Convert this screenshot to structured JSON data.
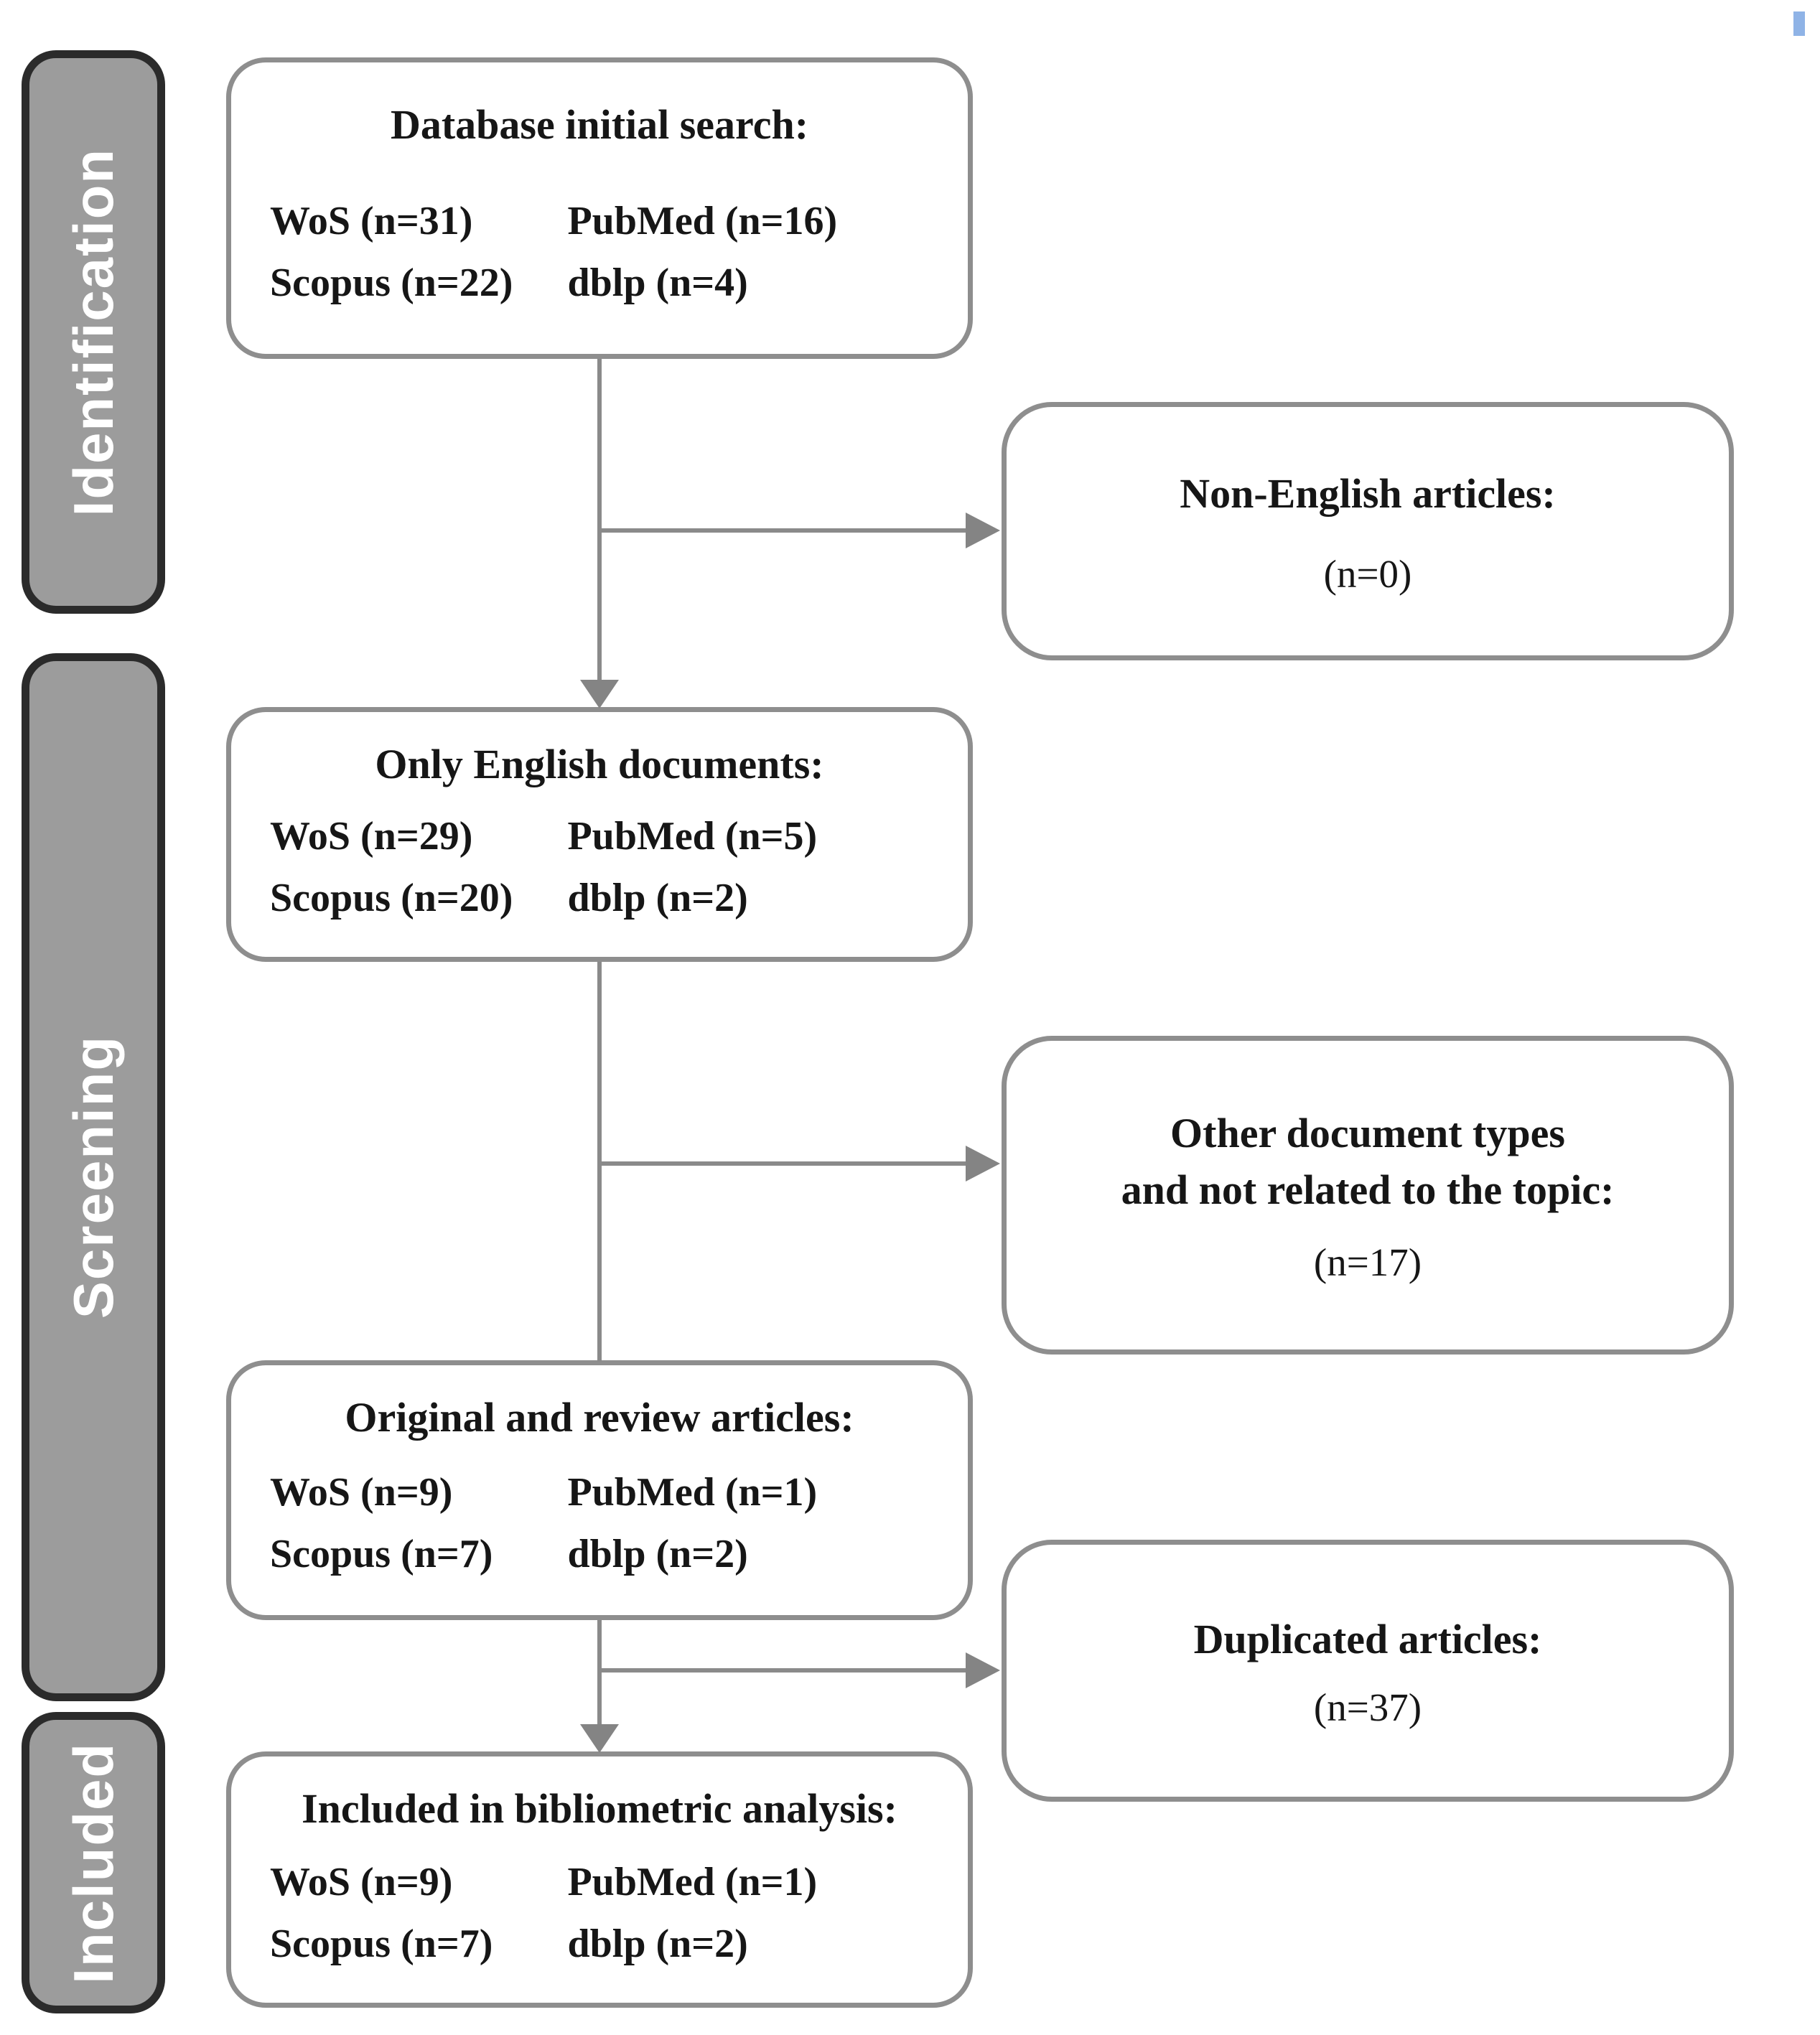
{
  "stages": [
    {
      "label": "Identification"
    },
    {
      "label": "Screening"
    },
    {
      "label": "Included"
    }
  ],
  "main_boxes": [
    {
      "title": "Database initial search:",
      "entries": [
        "WoS (n=31)",
        "PubMed (n=16)",
        "Scopus (n=22)",
        "dblp (n=4)"
      ]
    },
    {
      "title": "Only English documents:",
      "entries": [
        "WoS (n=29)",
        "PubMed (n=5)",
        "Scopus (n=20)",
        "dblp (n=2)"
      ]
    },
    {
      "title": "Original and review articles:",
      "entries": [
        "WoS (n=9)",
        "PubMed (n=1)",
        "Scopus (n=7)",
        "dblp (n=2)"
      ]
    },
    {
      "title": "Included in bibliometric analysis:",
      "entries": [
        "WoS (n=9)",
        "PubMed (n=1)",
        "Scopus (n=7)",
        "dblp (n=2)"
      ]
    }
  ],
  "side_boxes": [
    {
      "title": "Non-English articles:",
      "count": "(n=0)"
    },
    {
      "title": "Other document types",
      "title2": "and not related to the topic:",
      "count": "(n=17)"
    },
    {
      "title": "Duplicated articles:",
      "count": "(n=37)"
    }
  ],
  "colors": {
    "stage_fill": "#9c9c9c",
    "stage_border": "#2b2b2b",
    "stage_text": "#ffffff",
    "box_border": "#8e8e8e",
    "connector": "#8a8a8a",
    "text": "#161616",
    "artifact_blue": "#8fb3e6"
  }
}
